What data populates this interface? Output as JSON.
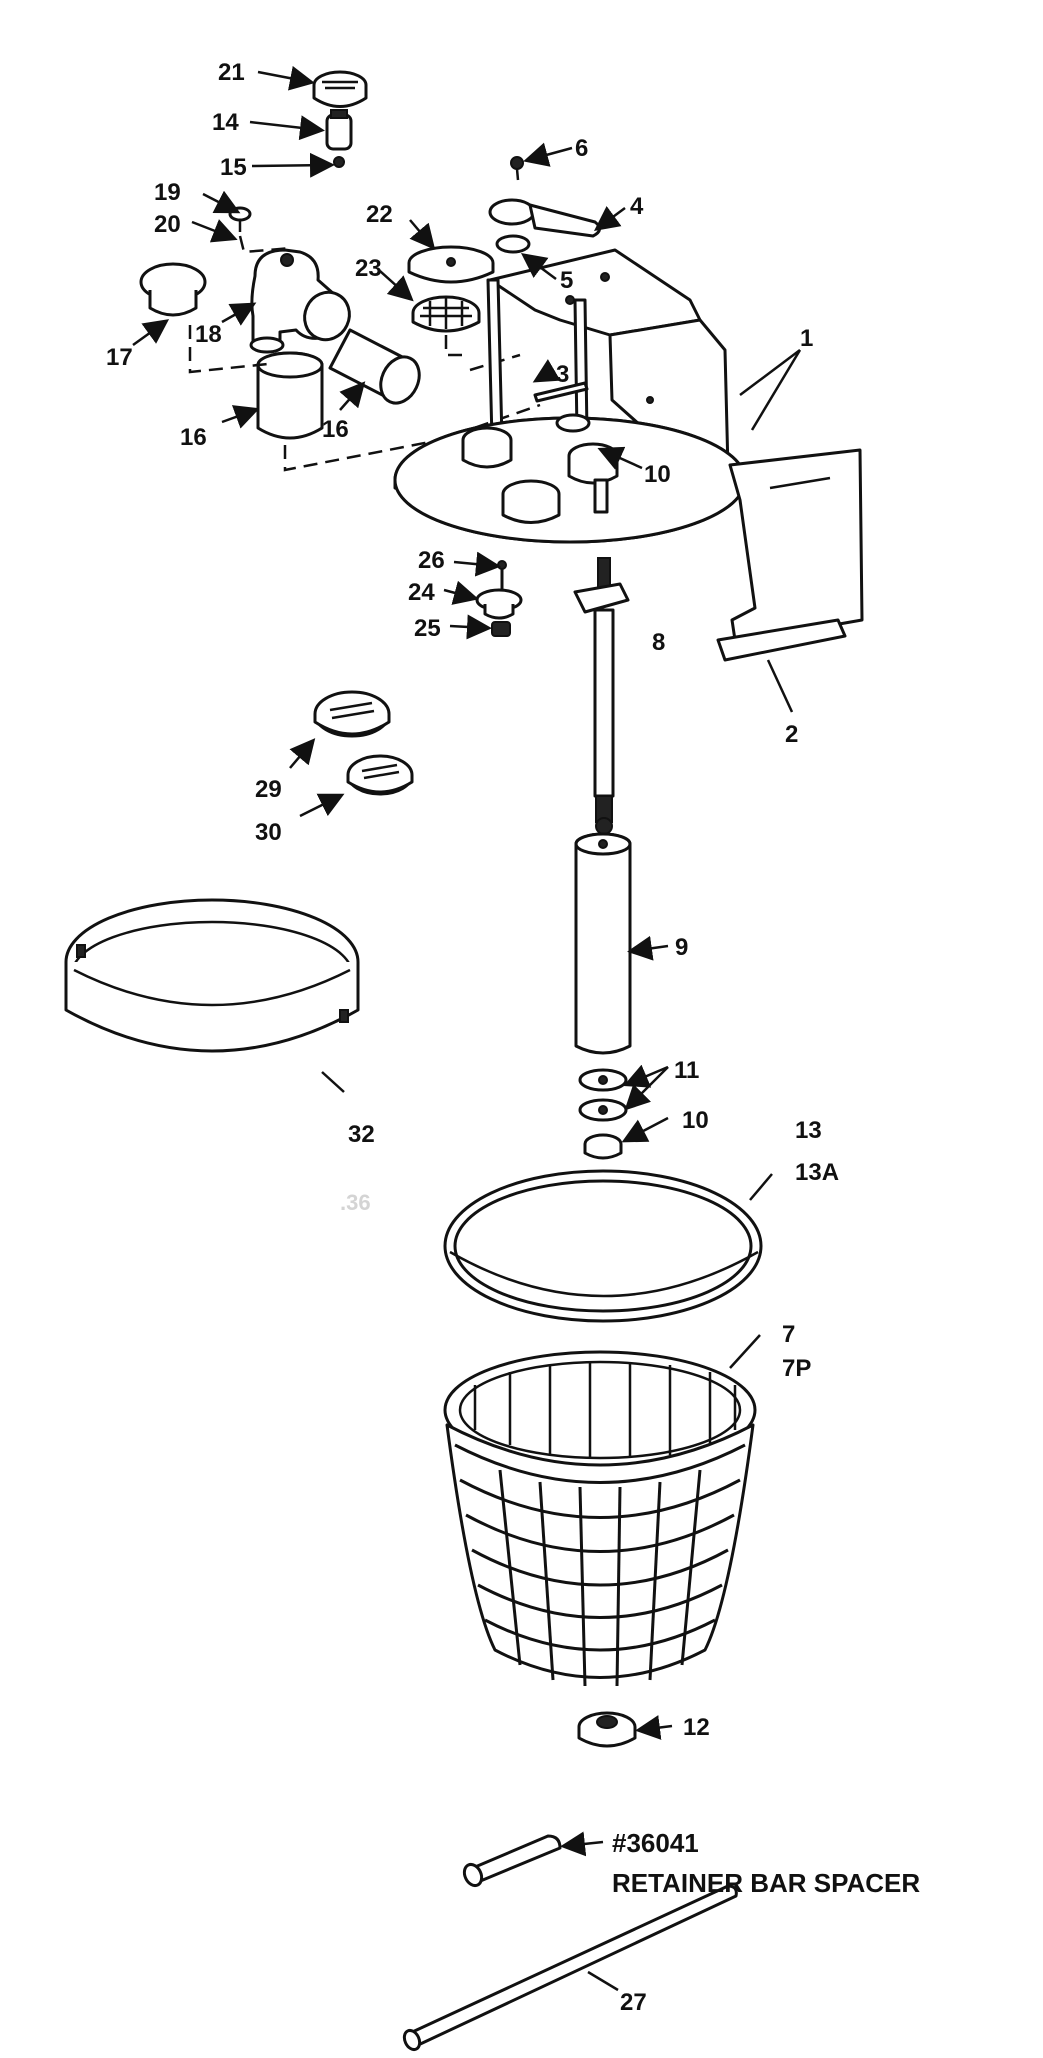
{
  "labels": {
    "p1": "1",
    "p2": "2",
    "p3": "3",
    "p4": "4",
    "p5": "5",
    "p6": "6",
    "p7": "7",
    "p7p": "7P",
    "p8": "8",
    "p9": "9",
    "p10a": "10",
    "p10b": "10",
    "p11": "11",
    "p12": "12",
    "p13": "13",
    "p13a": "13A",
    "p14": "14",
    "p15": "15",
    "p16a": "16",
    "p16b": "16",
    "p17": "17",
    "p18": "18",
    "p19": "19",
    "p20": "20",
    "p21": "21",
    "p22": "22",
    "p23": "23",
    "p24": "24",
    "p25": "25",
    "p26": "26",
    "p27": "27",
    "p29": "29",
    "p30": "30",
    "p32": "32",
    "faint36": ".36"
  },
  "spacer": {
    "part_number": "#36041",
    "name": "RETAINER BAR SPACER"
  }
}
